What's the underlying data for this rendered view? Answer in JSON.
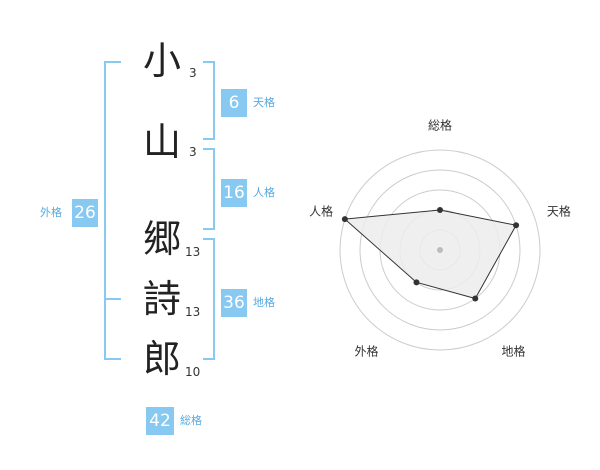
{
  "name": {
    "characters": [
      {
        "char": "小",
        "strokes": "3"
      },
      {
        "char": "山",
        "strokes": "3"
      },
      {
        "char": "郷",
        "strokes": "13"
      },
      {
        "char": "詩",
        "strokes": "13"
      },
      {
        "char": "郎",
        "strokes": "10"
      }
    ]
  },
  "fortune": {
    "tenkaku": {
      "value": "6",
      "label": "天格"
    },
    "jinkaku": {
      "value": "16",
      "label": "人格"
    },
    "chikaku": {
      "value": "36",
      "label": "地格"
    },
    "gaikaku": {
      "value": "26",
      "label": "外格"
    },
    "soukaku": {
      "value": "42",
      "label": "総格"
    }
  },
  "radar": {
    "axes": [
      "総格",
      "天格",
      "地格",
      "外格",
      "人格"
    ],
    "values": [
      2,
      4,
      3,
      2,
      5
    ],
    "max": 5,
    "levels": 5,
    "colors": {
      "fill": "#ececec",
      "line": "#333333",
      "grid": "#cccccc",
      "center": "#bbbbbb"
    }
  },
  "colors": {
    "accent": "#87c9f1",
    "accent_text": "#56a9de"
  }
}
